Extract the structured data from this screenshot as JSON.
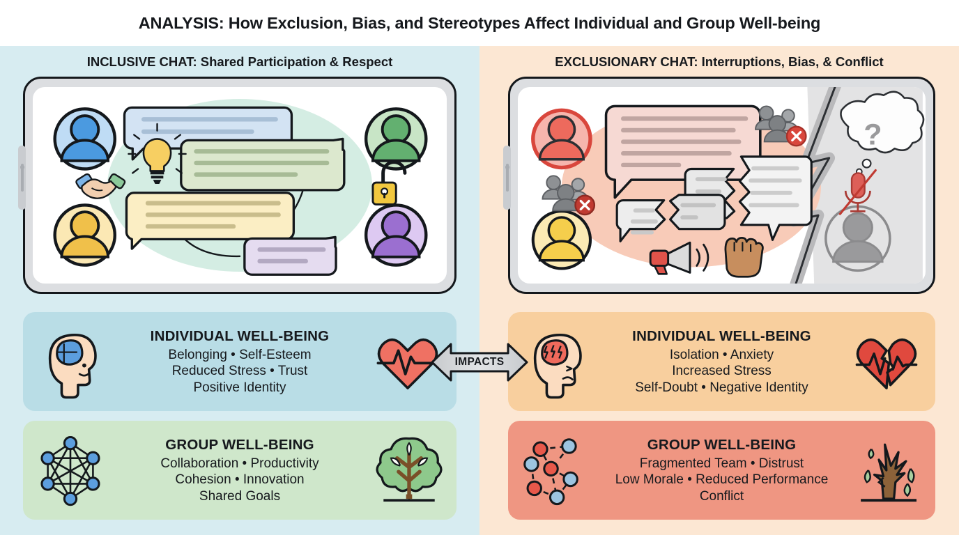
{
  "header": {
    "title": "ANALYSIS: How Exclusion, Bias, and Stereotypes Affect Individual and Group Well-being"
  },
  "columns": {
    "left": {
      "heading": "INCLUSIVE CHAT: Shared Participation & Respect",
      "bg_color": "#d7ecf1",
      "phone": {
        "participants": [
          {
            "name": "avatar-blue",
            "color": "#4b9ae0",
            "fill": "#bfdcf5"
          },
          {
            "name": "avatar-green",
            "color": "#63b070",
            "fill": "#c8e5c6"
          },
          {
            "name": "avatar-yellow",
            "color": "#f0c04a",
            "fill": "#fbe8b4"
          },
          {
            "name": "avatar-purple",
            "color": "#9b6fd0",
            "fill": "#ddc9f2"
          }
        ],
        "bubbles": [
          {
            "name": "bubble-blue",
            "fill": "#d3e3f3",
            "lines": 2
          },
          {
            "name": "bubble-green",
            "fill": "#dce8ce",
            "lines": 3
          },
          {
            "name": "bubble-yellow",
            "fill": "#fbeec4",
            "lines": 3
          },
          {
            "name": "bubble-purple",
            "fill": "#e5dcf0",
            "lines": 2
          }
        ],
        "symbols": [
          "handshake-icon",
          "lightbulb-icon",
          "unlocked-padlock-icon"
        ]
      }
    },
    "right": {
      "heading": "EXCLUSIONARY CHAT: Interruptions, Bias, & Conflict",
      "bg_color": "#fce7d3",
      "phone": {
        "participants": [
          {
            "name": "avatar-red",
            "color": "#e05a4f",
            "fill": "#f6b5ad"
          },
          {
            "name": "avatar-yellow",
            "color": "#f1c546",
            "fill": "#fbeab4"
          },
          {
            "name": "avatar-grey-excluded",
            "color": "#9a9a9a",
            "fill": "#d9d9d9"
          }
        ],
        "bubbles": [
          {
            "name": "bubble-dominant-pink",
            "fill": "#f6d9d3",
            "lines": 5
          },
          {
            "name": "bubble-cracked-grey-right",
            "fill": "#f0f0f0",
            "lines": 4
          },
          {
            "name": "bubble-cracked-grey-mid",
            "fill": "#e9e9e9",
            "lines": 3
          },
          {
            "name": "bubble-grey-small-left",
            "fill": "#ededed",
            "lines": 3
          },
          {
            "name": "bubble-grey-small-mid",
            "fill": "#e2e2e2",
            "lines": 2
          }
        ],
        "symbols": [
          "group-excluded-icon",
          "group-excluded-icon",
          "megaphone-icon",
          "raised-fist-icon",
          "lightning-crack-divider",
          "thought-bubble-question-icon",
          "muted-microphone-icon"
        ]
      }
    }
  },
  "cards": {
    "individual_left": {
      "title": "INDIVIDUAL WELL-BEING",
      "lines": [
        "Belonging • Self-Esteem",
        "Reduced Stress • Trust",
        "Positive Identity"
      ],
      "left_icon": "head-healthy-brain-icon",
      "right_icon": "heart-heartbeat-icon",
      "bg_color": "#b9dde6"
    },
    "individual_right": {
      "title": "INDIVIDUAL WELL-BEING",
      "lines": [
        "Isolation • Anxiety",
        "Increased Stress",
        "Self-Doubt • Negative Identity"
      ],
      "left_icon": "head-stressed-brain-icon",
      "right_icon": "broken-heart-icon",
      "bg_color": "#f8cf9e"
    },
    "group_left": {
      "title": "GROUP WELL-BEING",
      "lines": [
        "Collaboration • Productivity",
        "Cohesion  • Innovation",
        "Shared Goals"
      ],
      "left_icon": "connected-network-icon",
      "right_icon": "healthy-tree-icon",
      "bg_color": "#cfe7cb"
    },
    "group_right": {
      "title": "GROUP WELL-BEING",
      "lines": [
        "Fragmented Team • Distrust",
        "Low Morale • Reduced Performance",
        "Conflict"
      ],
      "left_icon": "fragmented-network-icon",
      "right_icon": "withered-tree-icon",
      "bg_color": "#ef9682"
    }
  },
  "connector": {
    "label": "IMPACTS",
    "icon": "double-headed-arrow-icon",
    "fill": "#d4d6d8"
  }
}
